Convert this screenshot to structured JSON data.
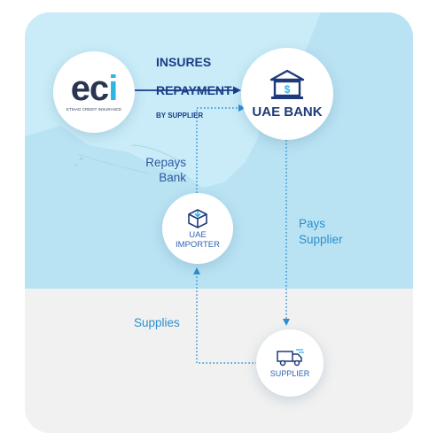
{
  "nodes": {
    "eci": {
      "logo_text": "eci",
      "logo_subtitle": "ETIHAD CREDIT INSURANCE"
    },
    "bank": {
      "label": "UAE BANK"
    },
    "importer": {
      "label": "UAE\nIMPORTER"
    },
    "supplier": {
      "label": "SUPPLIER"
    }
  },
  "edges": {
    "insures": {
      "line1": "INSURES",
      "line2": "REPAYMENT",
      "line3": "BY SUPPLIER"
    },
    "repays": {
      "label": "Repays\nBank"
    },
    "pays": {
      "label": "Pays\nSupplier"
    },
    "supplies": {
      "label": "Supplies"
    }
  },
  "colors": {
    "map_water": "#c9ecf8",
    "map_land": "#b9e3f3",
    "lower_panel": "#f1f1f1",
    "navy": "#1a3c87",
    "arrow_blue": "#2b8fcf"
  },
  "icons": {
    "eci": "eci-logo",
    "bank": "bank-building-icon",
    "importer": "box-download-icon",
    "supplier": "delivery-truck-icon"
  }
}
